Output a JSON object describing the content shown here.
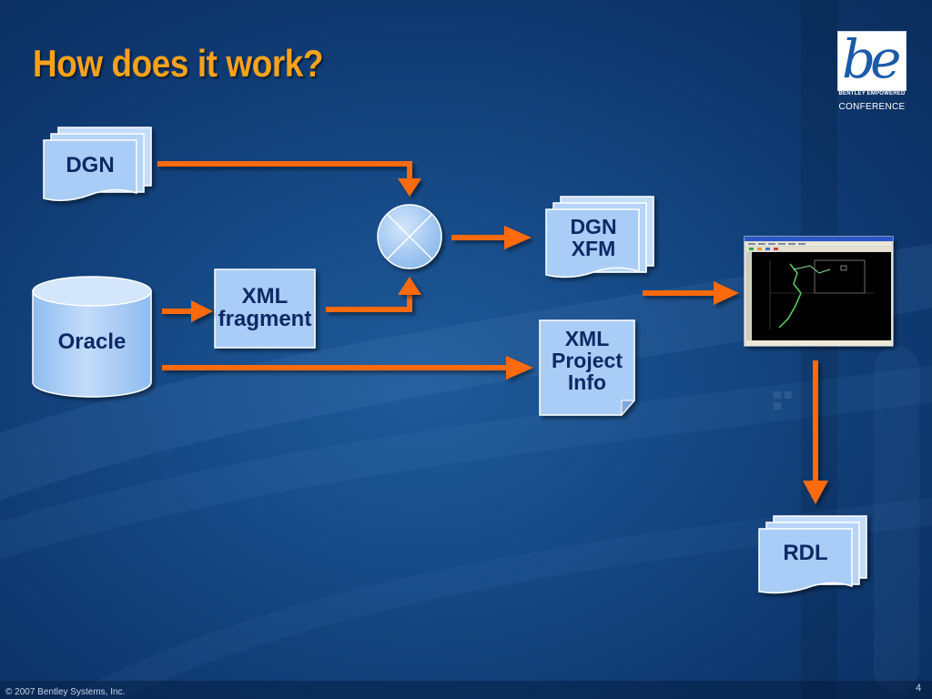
{
  "slide": {
    "title": "How does it work?",
    "footer": {
      "copyright": "© 2007 Bentley Systems, Inc.",
      "page_number": "4"
    }
  },
  "logo": {
    "mark": "be",
    "tagline": "BENTLEY EMPOWERED",
    "name": "CONFERENCE"
  },
  "diagram": {
    "nodes": {
      "dgn": "DGN",
      "oracle": "Oracle",
      "xml_fragment": [
        "XML",
        "fragment"
      ],
      "dgn_xfm": [
        "DGN",
        "XFM"
      ],
      "xml_project_info": [
        "XML",
        "Project",
        "Info"
      ],
      "rdl": "RDL"
    },
    "merge_symbol": "merge-circle-icon",
    "viewer_screenshot": "cad-application-window-icon"
  },
  "colors": {
    "title": "#f7a21d",
    "arrow": "#ff6a10",
    "node_fill": "#a9cdf6",
    "node_text": "#0c2a66",
    "background": "#164a86"
  }
}
